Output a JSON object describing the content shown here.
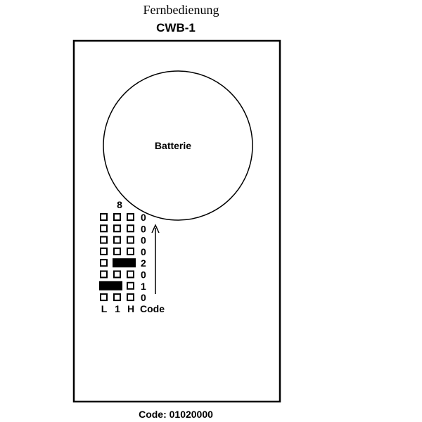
{
  "header": {
    "title": "Fernbedienung",
    "model": "CWB-1"
  },
  "battery": {
    "label": "Batterie"
  },
  "dip_switch": {
    "top_label": "8",
    "column_labels": [
      "L",
      "1",
      "H"
    ],
    "code_label": "Code",
    "rows": [
      {
        "digit": "0",
        "filled": "none"
      },
      {
        "digit": "0",
        "filled": "none"
      },
      {
        "digit": "0",
        "filled": "none"
      },
      {
        "digit": "0",
        "filled": "none"
      },
      {
        "digit": "2",
        "filled": "1-H"
      },
      {
        "digit": "0",
        "filled": "none"
      },
      {
        "digit": "1",
        "filled": "L-1"
      },
      {
        "digit": "0",
        "filled": "none"
      }
    ]
  },
  "footer": {
    "code": "Code: 01020000"
  }
}
